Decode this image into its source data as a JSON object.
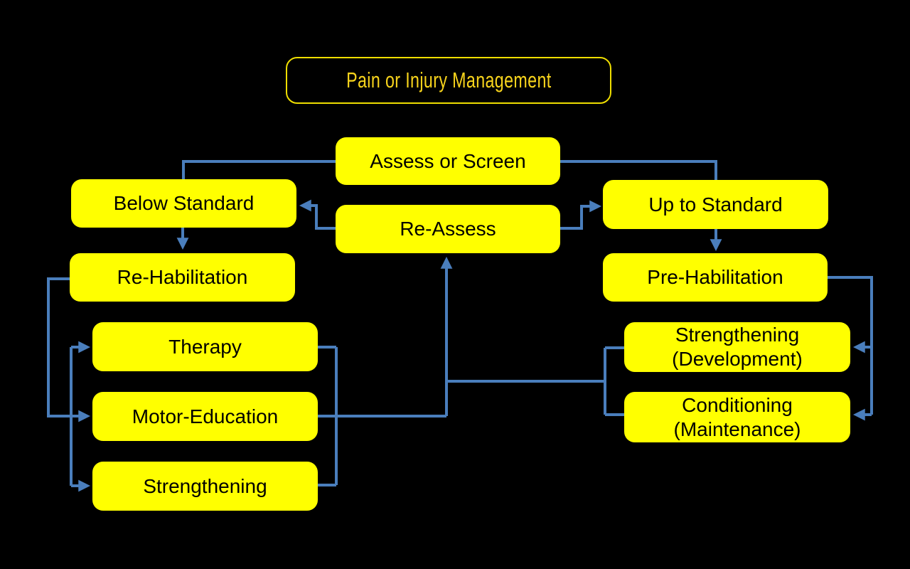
{
  "title": {
    "label": "Pain or Injury Management"
  },
  "colors": {
    "background": "#000000",
    "node_fill": "#FFFF00",
    "node_text": "#000000",
    "connector": "#4A7EBC",
    "title_text": "#F8D41C",
    "title_border": "#EFDE00"
  },
  "nodes": [
    {
      "id": "assess-or-screen",
      "label": "Assess or Screen"
    },
    {
      "id": "below-standard",
      "label": "Below Standard"
    },
    {
      "id": "re-assess",
      "label": "Re-Assess"
    },
    {
      "id": "up-to-standard",
      "label": "Up to Standard"
    },
    {
      "id": "re-habilitation",
      "label": "Re-Habilitation"
    },
    {
      "id": "pre-habilitation",
      "label": "Pre-Habilitation"
    },
    {
      "id": "therapy",
      "label": "Therapy"
    },
    {
      "id": "motor-education",
      "label": "Motor-Education"
    },
    {
      "id": "strengthening",
      "label": "Strengthening"
    },
    {
      "id": "strengthening-development",
      "label": "Strengthening (Development)"
    },
    {
      "id": "conditioning-maintenance",
      "label": "Conditioning (Maintenance)"
    }
  ],
  "edges": [
    {
      "from": "assess-or-screen",
      "to": "below-standard",
      "arrow": false
    },
    {
      "from": "assess-or-screen",
      "to": "up-to-standard",
      "arrow": false
    },
    {
      "from": "re-assess",
      "to": "below-standard",
      "arrow": true
    },
    {
      "from": "re-assess",
      "to": "up-to-standard",
      "arrow": true
    },
    {
      "from": "below-standard",
      "to": "re-habilitation",
      "arrow": true
    },
    {
      "from": "up-to-standard",
      "to": "pre-habilitation",
      "arrow": true
    },
    {
      "from": "re-habilitation",
      "to": "therapy",
      "arrow": true
    },
    {
      "from": "re-habilitation",
      "to": "motor-education",
      "arrow": true
    },
    {
      "from": "re-habilitation",
      "to": "strengthening",
      "arrow": true
    },
    {
      "from": "therapy",
      "to": "re-assess",
      "arrow": true
    },
    {
      "from": "motor-education",
      "to": "re-assess",
      "arrow": true
    },
    {
      "from": "strengthening",
      "to": "re-assess",
      "arrow": true
    },
    {
      "from": "pre-habilitation",
      "to": "strengthening-development",
      "arrow": true
    },
    {
      "from": "pre-habilitation",
      "to": "conditioning-maintenance",
      "arrow": true
    },
    {
      "from": "strengthening-development",
      "to": "re-assess",
      "arrow": true
    },
    {
      "from": "conditioning-maintenance",
      "to": "re-assess",
      "arrow": true
    }
  ]
}
